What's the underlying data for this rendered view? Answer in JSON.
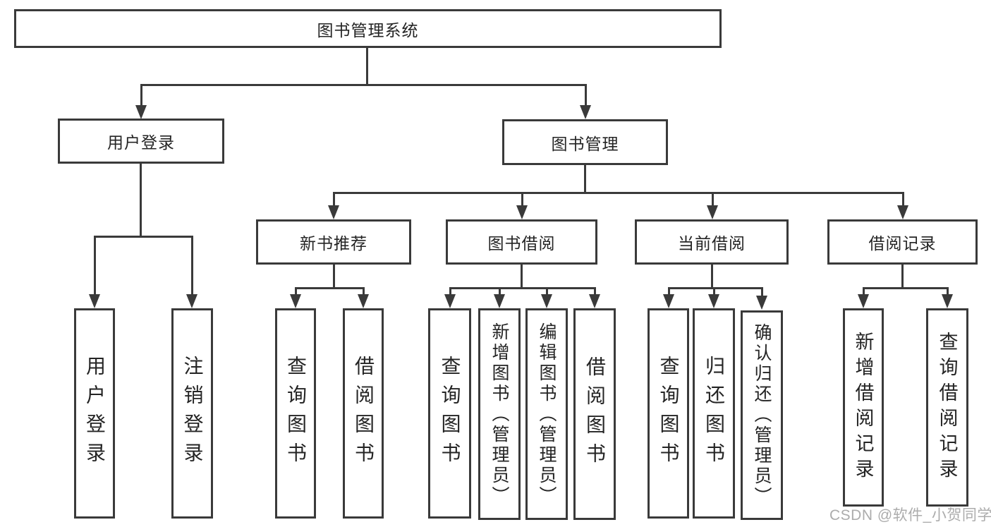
{
  "tree": {
    "root": "图书管理系统",
    "level2": [
      "用户登录",
      "图书管理"
    ],
    "level3": [
      "新书推荐",
      "图书借阅",
      "当前借阅",
      "借阅记录"
    ],
    "leaves_user_login": [
      "用户登录",
      "注销登录"
    ],
    "leaves_new_books": [
      "查询图书",
      "借阅图书"
    ],
    "leaves_book_borrow": [
      "查询图书",
      "新增图书（管理员）",
      "编辑图书（管理员）",
      "借阅图书"
    ],
    "leaves_current_borrow": [
      "查询图书",
      "归还图书",
      "确认归还（管理员）"
    ],
    "leaves_borrow_records": [
      "新增借阅记录",
      "查询借阅记录"
    ]
  },
  "watermark": "CSDN @软件_小贺同学",
  "colors": {
    "line": "#3a3a3a",
    "text": "#242424",
    "background": "#ffffff",
    "watermark": "#a8a8a8"
  }
}
